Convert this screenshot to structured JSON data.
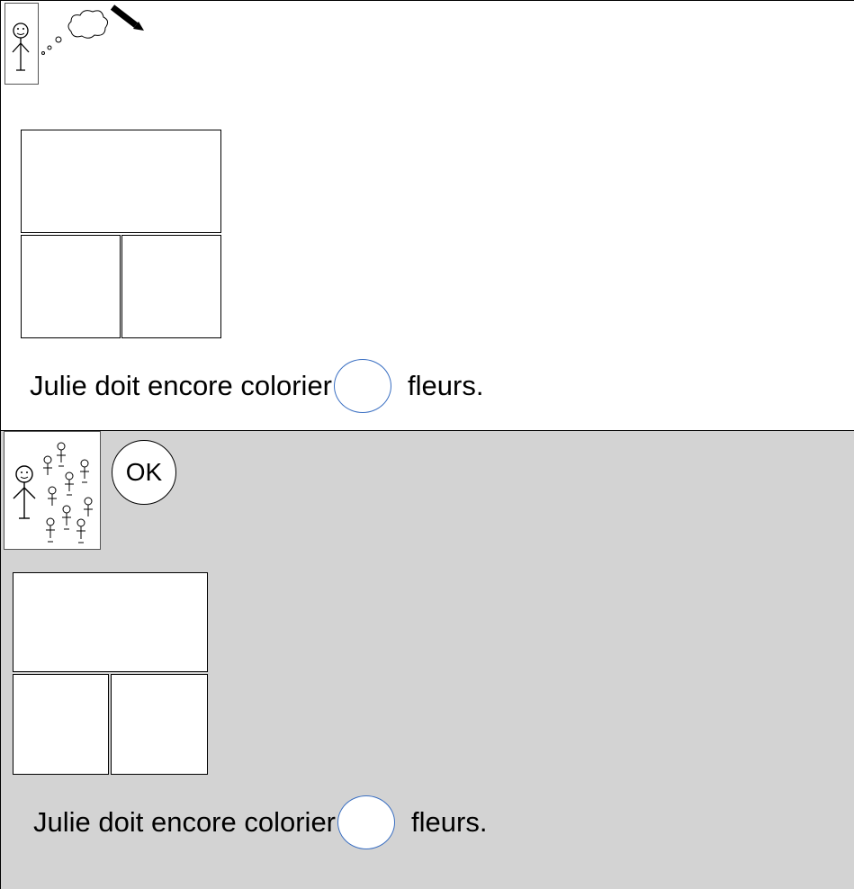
{
  "top": {
    "sentence": {
      "before": "Julie doit encore colorier",
      "after": "fleurs."
    },
    "icons": [
      "stick-figure-icon",
      "thought-bubble-icon",
      "pencil-icon"
    ]
  },
  "bottom": {
    "ok_label": "OK",
    "sentence": {
      "before": "Julie doit encore colorier",
      "after": "fleurs."
    },
    "icons": [
      "group-of-people-icon"
    ]
  },
  "colors": {
    "panel_top_bg": "#ffffff",
    "panel_bottom_bg": "#d3d3d3",
    "oval_border": "#3a6fc2"
  }
}
